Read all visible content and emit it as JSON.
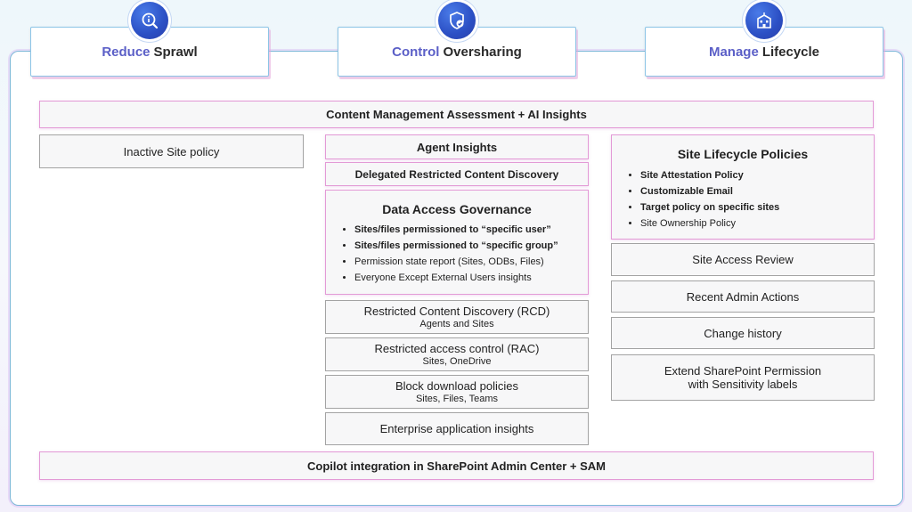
{
  "pillars": [
    {
      "lead": "Reduce",
      "rest": "Sprawl",
      "icon": "search-insights-icon"
    },
    {
      "lead": "Control",
      "rest": "Oversharing",
      "icon": "shield-check-icon"
    },
    {
      "lead": "Manage",
      "rest": "Lifecycle",
      "icon": "building-icon"
    }
  ],
  "top_bar": "Content Management Assessment + AI Insights",
  "bottom_bar": "Copilot integration in SharePoint Admin Center + SAM",
  "col1": {
    "inactive": "Inactive Site policy"
  },
  "col2": {
    "agent_insights": "Agent Insights",
    "delegated_rcd": "Delegated Restricted Content Discovery",
    "dag": {
      "title": "Data Access Governance",
      "items": [
        "Sites/files permissioned to “specific user”",
        "Sites/files permissioned to “specific group”",
        "Permission state report (Sites, ODBs, Files)",
        "Everyone Except External Users insights"
      ]
    },
    "rcd": {
      "title": "Restricted Content Discovery (RCD)",
      "sub": "Agents and Sites"
    },
    "rac": {
      "title": "Restricted access control (RAC)",
      "sub": "Sites, OneDrive"
    },
    "block": {
      "title": "Block download policies",
      "sub": "Sites, Files, Teams"
    },
    "enterprise": "Enterprise application insights"
  },
  "col3": {
    "slp": {
      "title": "Site Lifecycle Policies",
      "items": [
        "Site Attestation Policy",
        "Customizable Email",
        "Target policy on specific sites",
        "Site Ownership Policy"
      ]
    },
    "access_review": "Site Access Review",
    "admin_actions": "Recent Admin Actions",
    "change_history": "Change history",
    "extend_line1": "Extend SharePoint Permission",
    "extend_line2": "with Sensitivity labels"
  }
}
